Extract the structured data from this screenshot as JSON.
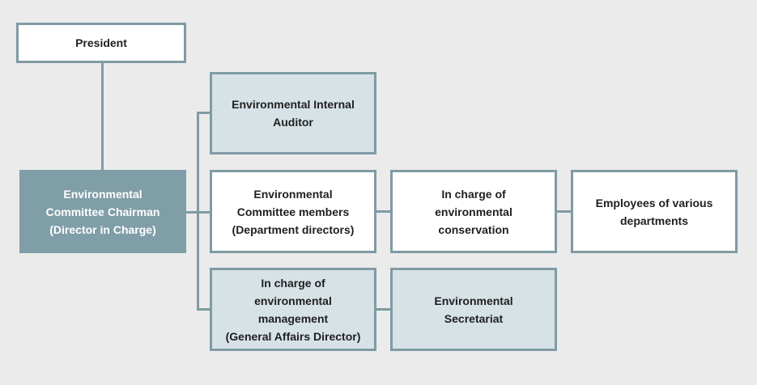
{
  "nodes": {
    "president": "President",
    "auditor": "Environmental Internal\nAuditor",
    "chairman": "Environmental\nCommittee Chairman\n(Director in Charge)",
    "committee_members": "Environmental\nCommittee members\n(Department directors)",
    "conservation": "In charge of\nenvironmental\nconservation",
    "employees": "Employees of various\ndepartments",
    "management": "In charge of\nenvironmental\nmanagement\n(General Affairs Director)",
    "secretariat": "Environmental\nSecretariat"
  },
  "colors": {
    "line": "#7f9ba4",
    "dark_fill": "#809ea8",
    "light_fill": "#d6e2e6",
    "white_fill": "#ffffff",
    "background": "#ebebeb"
  }
}
